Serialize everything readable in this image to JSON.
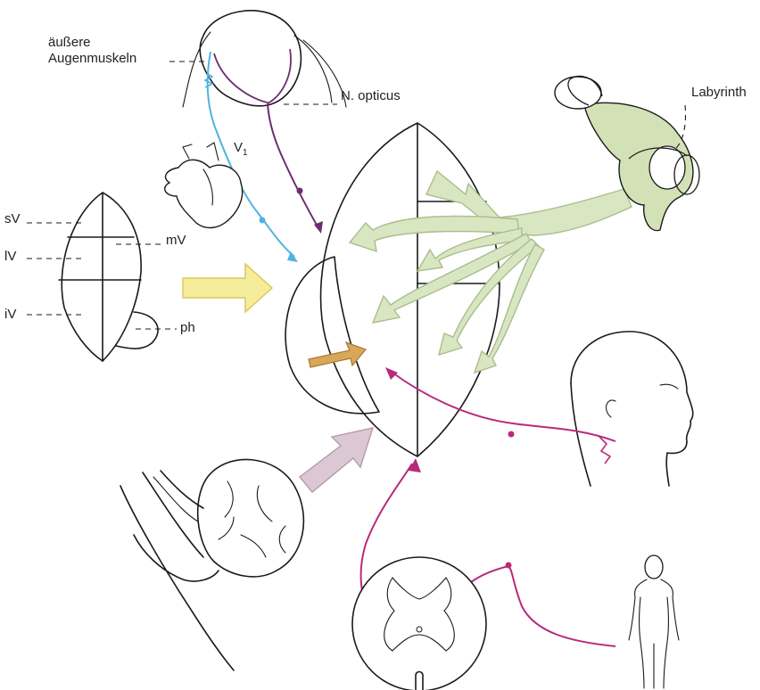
{
  "labels": {
    "aeussere_line1": "äußere",
    "aeussere_line2": "Augenmuskeln",
    "n_opticus": "N. opticus",
    "labyrinth": "Labyrinth",
    "v1_main": "V",
    "v1_sub": "1",
    "sV": "sV",
    "lV": "lV",
    "iV": "iV",
    "mV": "mV",
    "ph": "ph"
  },
  "colors": {
    "outline": "#1a1a1a",
    "vestibular_green": "#d9e6c2",
    "vestibular_green_stroke": "#a9bd8c",
    "visual_yellow": "#f6ed9a",
    "visual_yellow_stroke": "#d9c75a",
    "cerebellar_mauve": "#dcc8d4",
    "cerebellar_mauve_stroke": "#b39aab",
    "ochre_arrow": "#d8a75a",
    "oculomotor_cyan": "#4fb3de",
    "optic_purple": "#6b2f6f",
    "proprioceptive_magenta": "#b82a7c",
    "labyrinth_fill": "#d3e2b6"
  },
  "icons": {
    "eye": "eyeball-icon",
    "heart": "heart-icon",
    "labyrinth": "inner-ear-labyrinth-icon",
    "head": "head-profile-icon",
    "body": "human-figure-icon",
    "spinal_cord": "spinal-cord-section-icon",
    "cerebellum": "cerebellum-icon",
    "vestibular_nuclei": "vestibular-nuclei-icon"
  }
}
